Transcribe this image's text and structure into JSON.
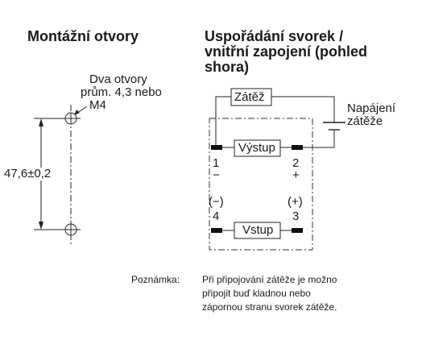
{
  "left_panel": {
    "title": "Montážní otvory",
    "hole_label": [
      "Dva otvory",
      "prům. 4,3 nebo",
      "M4"
    ],
    "dimension": "47,6±0,2"
  },
  "right_panel": {
    "title": [
      "Uspořádání svorek /",
      "vnitřní zapojení (pohled",
      "shora)"
    ],
    "load_label": "Zátěž",
    "supply_label": [
      "Napájení",
      "zátěže"
    ],
    "output_label": "Výstup",
    "input_label": "Vstup",
    "terminals": {
      "t1": "1",
      "t2": "2",
      "t3": "3",
      "t4": "4",
      "t1_sign": "−",
      "t2_sign": "+",
      "t4_sign": "(−)",
      "t3_sign": "(+)"
    }
  },
  "note": {
    "label": "Poznámka:",
    "lines": [
      "Při připojování zátěže je možno",
      "připojit buď kladnou nebo",
      "zápornou stranu svorek zátěže."
    ]
  }
}
